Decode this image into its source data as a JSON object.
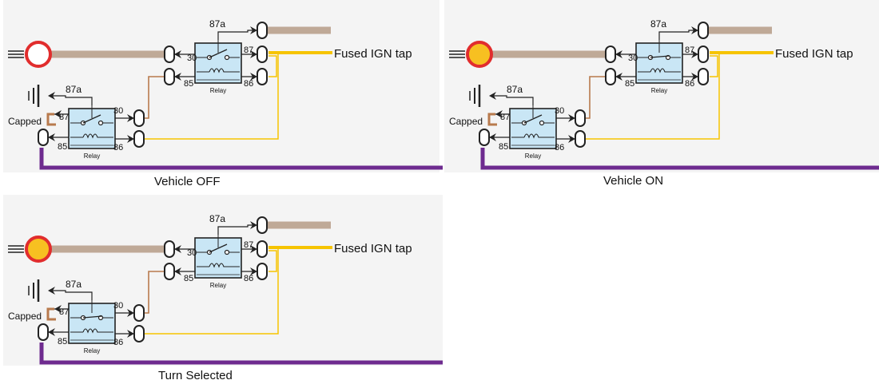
{
  "colors": {
    "panel_bg": "#f4f4f4",
    "page_bg": "#ffffff",
    "tan_wire": "#bfa997",
    "yellow_wire": "#f6c400",
    "purple_wire": "#6e2b8f",
    "brown_wire": "#b87a4d",
    "relay_fill": "#c9e6f5",
    "bulb_ring": "#e12d2d",
    "bulb_lit": "#f7c021",
    "bulb_off": "#ffffff"
  },
  "labels": {
    "fused_tap": "Fused IGN tap",
    "capped": "Capped",
    "relay": "Relay",
    "pin_87a": "87a",
    "pin_87": "87",
    "pin_30": "30",
    "pin_85": "85",
    "pin_86": "86"
  },
  "states": [
    {
      "caption": "Vehicle OFF",
      "lamp_lit": false,
      "top_relay_energized": false,
      "bottom_relay_energized": false
    },
    {
      "caption": "Vehicle ON",
      "lamp_lit": true,
      "top_relay_energized": true,
      "bottom_relay_energized": false
    },
    {
      "caption": "Turn Selected",
      "lamp_lit": true,
      "top_relay_energized": false,
      "bottom_relay_energized": true
    }
  ]
}
